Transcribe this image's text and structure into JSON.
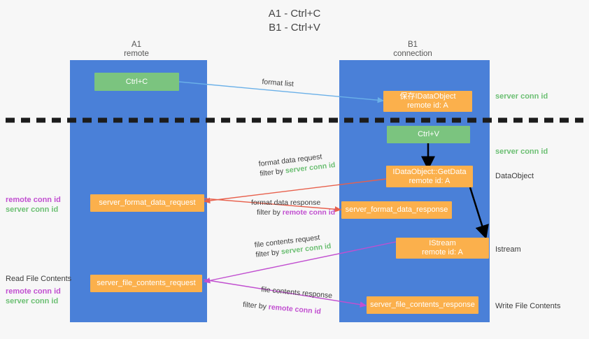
{
  "title": "A1 - Ctrl+C\nB1 - Ctrl+V",
  "columns": [
    {
      "name": "A1",
      "role": "remote",
      "label": "A1\nremote"
    },
    {
      "name": "B1",
      "role": "connection",
      "label": "B1\nconnection"
    }
  ],
  "colors": {
    "lane": "#4a80d8",
    "green_node": "#7bc47f",
    "orange_node": "#fbb04c",
    "server_conn_id": "#6cbf73",
    "remote_conn_id": "#c14fd0",
    "background": "#f7f7f7",
    "divider": "#1c1c1c",
    "arrow_blue": "#6ab0e8",
    "arrow_red": "#e8604c",
    "arrow_magenta": "#c14fd0",
    "arrow_black": "#000000"
  },
  "nodes": {
    "ctrl_c": "Ctrl+C",
    "data_object_create": "保存IDataObject\nremote id: A",
    "ctrl_v": "Ctrl+V",
    "get_data": "IDataObject::GetData\nremote id: A",
    "server_format_data_request": "server_format_data_request",
    "server_format_data_response": "server_format_data_response",
    "istream": "IStream\nremote id: A",
    "server_file_contents_request": "server_file_contents_request",
    "server_file_contents_response": "server_file_contents_response"
  },
  "right_labels": {
    "server_conn_id_top": "server conn id",
    "server_conn_id_second": "server conn id",
    "data_object": "DataObject",
    "istream": "Istream",
    "write_file_contents": "Write File Contents"
  },
  "left_labels": {
    "conn_ids_top": {
      "remote": "remote conn id",
      "server": "server conn id"
    },
    "read_file_contents": "Read File Contents",
    "conn_ids_bottom": {
      "remote": "remote conn id",
      "server": "server conn id"
    }
  },
  "arrow_labels": {
    "format_list": "format list",
    "format_data_request": {
      "line1": "format data request",
      "prefix": "filter by ",
      "key": "server conn id",
      "key_color": "green"
    },
    "format_data_response": {
      "line1": "format data response",
      "prefix": "filter by ",
      "key": "remote conn id",
      "key_color": "magenta"
    },
    "file_contents_request": {
      "line1": "file contents request",
      "prefix": "filter by ",
      "key": "server conn id",
      "key_color": "green"
    },
    "file_contents_response": {
      "line1": "file contents response",
      "prefix": "filter by ",
      "key": "remote conn id",
      "key_color": "magenta"
    }
  }
}
